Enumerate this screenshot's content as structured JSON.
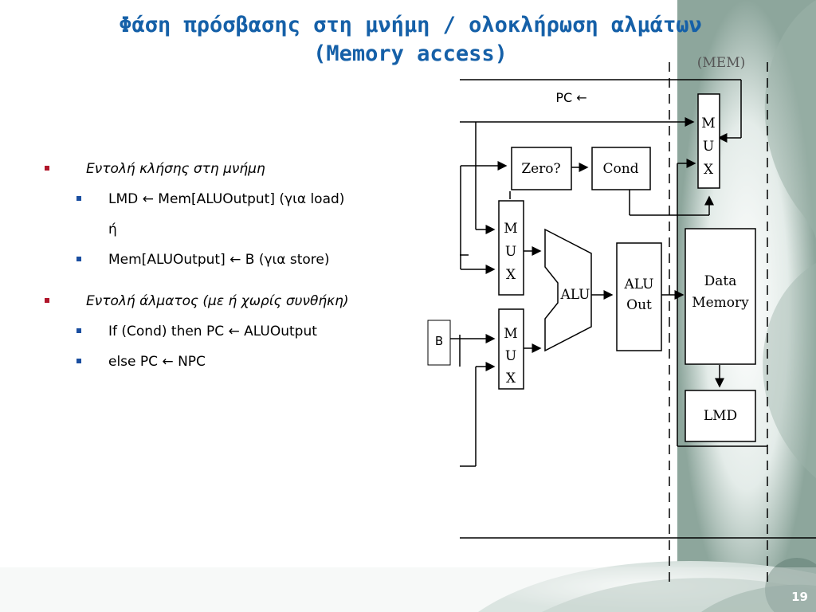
{
  "slide": {
    "title_line1": "Φάση πρόσβασης στη μνήμη / ολοκλήρωση αλμάτων",
    "title_line2": "(Memory access)",
    "page_number": "19"
  },
  "bullets": {
    "memory_instruction": "Εντολή κλήσης στη μνήμη",
    "lmd_load": "LMD ← Mem[ALUOutput] (για load)",
    "or_word": "ή",
    "mem_store": "Mem[ALUOutput] ← B (για store)",
    "branch_instruction": "Εντολή άλματος (με ή χωρίς συνθήκη)",
    "if_cond": "If (Cond) then PC ← ALUOutput",
    "else_pc": "else PC ← NPC"
  },
  "diagram": {
    "pc_label": "PC ←",
    "b_label": "B",
    "zero": "Zero?",
    "cond": "Cond",
    "mux_m": "M",
    "mux_u": "U",
    "mux_x": "X",
    "alu": "ALU",
    "alu_out_1": "ALU",
    "alu_out_2": "Out",
    "data_memory_1": "Data",
    "data_memory_2": "Memory",
    "lmd": "LMD",
    "mem_header": "(MEM)"
  },
  "colors": {
    "title": "#1560a8",
    "bullet_l1": "#b0152a",
    "bullet_l2": "#1a4ea0"
  }
}
